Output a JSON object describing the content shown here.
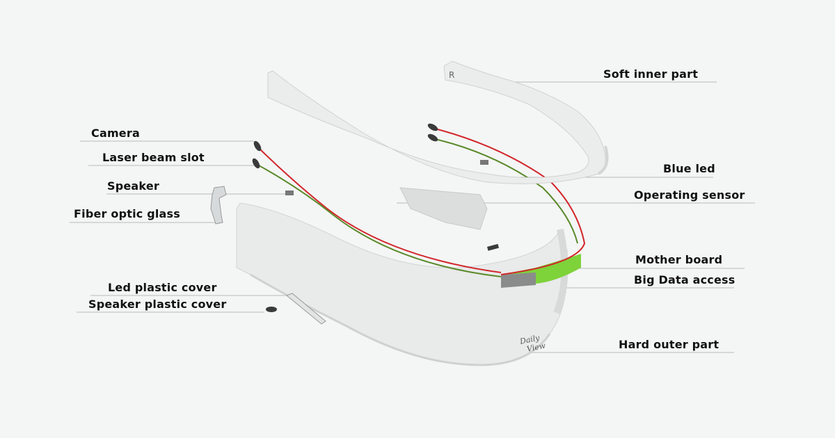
{
  "labels": {
    "soft_inner_part": "Soft inner part",
    "camera": "Camera",
    "laser_beam_slot": "Laser beam slot",
    "speaker": "Speaker",
    "fiber_optic_glass": "Fiber optic glass",
    "blue_led": "Blue led",
    "operating_sensor": "Operating sensor",
    "mother_board": "Mother board",
    "big_data_access": "Big Data access",
    "led_plastic_cover": "Led plastic cover",
    "speaker_plastic_cover": "Speaker plastic cover",
    "hard_outer_part": "Hard outer part"
  },
  "markings": {
    "side_letter": "R",
    "logo_line1": "Daily",
    "logo_line2": "View"
  },
  "colors": {
    "board_green": "#7ed23a",
    "wire_red": "#d2262a",
    "wire_green": "#5a8a2a",
    "band": "#e9eaea"
  }
}
